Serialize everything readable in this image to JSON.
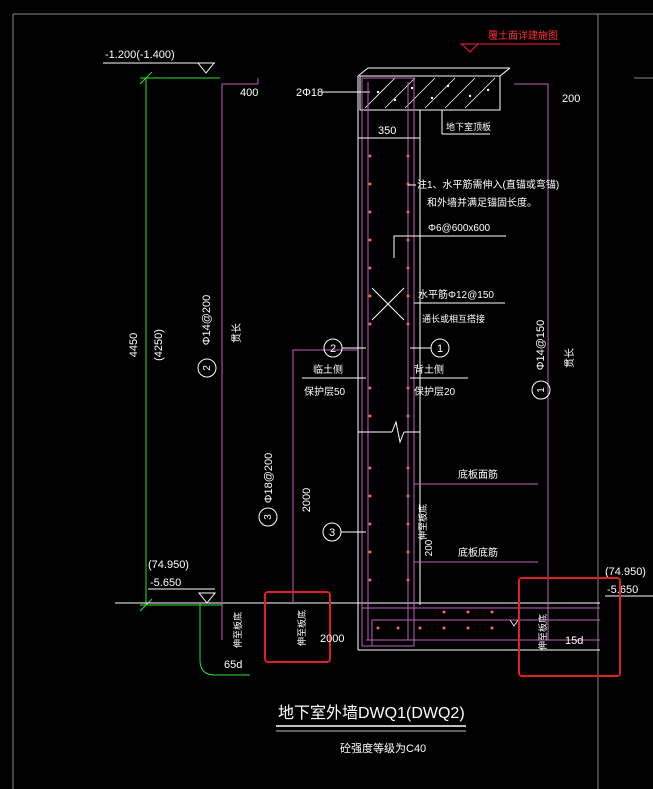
{
  "colors": {
    "background": "#000000",
    "wall": "#c060c0",
    "rebar": "#d070d0",
    "dim_green": "#30e030",
    "text": "#ffffff",
    "callout_red": "#ff2020",
    "highlight_box": "#e02020",
    "frame": "#808080"
  },
  "elevations": {
    "top": "-1.200(-1.400)",
    "bottom_left_paren": "(74.950)",
    "bottom_left": "-5.650",
    "bottom_right_paren": "(74.950)",
    "bottom_right": "-5.650"
  },
  "dimensions": {
    "total_height": "4450",
    "inner_height": "(4250)",
    "wall_thickness": "350",
    "top_right": "200",
    "top_left": "400",
    "lower_2000": "2000",
    "bottom_2000": "2000",
    "lower_200": "200",
    "hook_65d": "65d",
    "hook_15d": "15d"
  },
  "callouts": {
    "soil_top_label": "覆土面详建施图",
    "slab_label": "地下室顶板",
    "top_bar": "2Φ18",
    "note": "注1、水平筋需伸入(直锚或弯锚)\n和外墙并满足锚固长度。",
    "tie_spec": "Φ6@600x600",
    "horizontal_bar": "水平筋Φ12@150",
    "horizontal_bar_2": "通长或相互搭接",
    "soil_side_1": "临土侧",
    "soil_side_2": "保护层50",
    "inner_side_1": "背土侧",
    "inner_side_2": "保护层20",
    "bar1_spec": "Φ14@150",
    "bar1_note": "贯长",
    "bar2_spec": "Φ14@200",
    "bar2_note": "贯长",
    "bar3_spec": "Φ18@200",
    "floor_top_bar": "底板面筋",
    "floor_bottom_bar": "底板底筋",
    "extend_1": "伸至板底",
    "extend_2": "伸至板底",
    "extend_3": "伸至板底",
    "extend_4": "伸至板底"
  },
  "markers": [
    "1",
    "2",
    "3"
  ],
  "title": {
    "main": "地下室外墙DWQ1(DWQ2)",
    "sub": "砼强度等级为C40"
  }
}
